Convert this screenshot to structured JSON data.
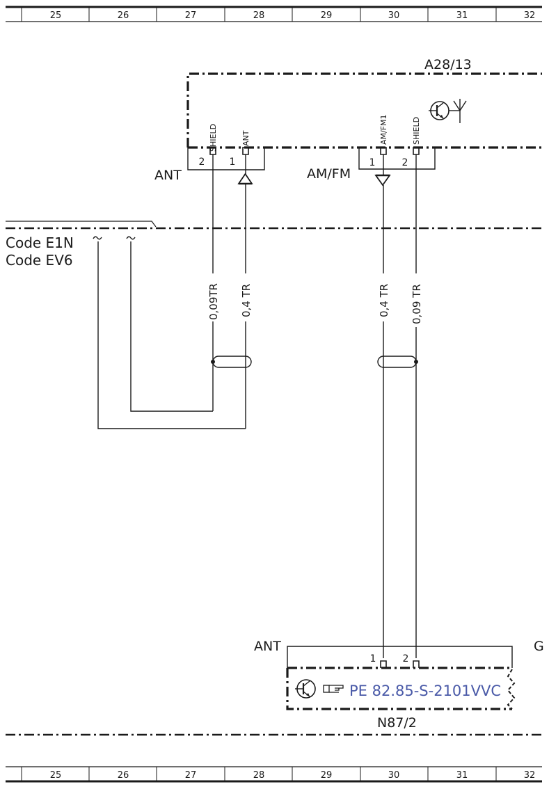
{
  "grid": {
    "columns": [
      "25",
      "26",
      "27",
      "28",
      "29",
      "30",
      "31",
      "32"
    ]
  },
  "top_component": {
    "id": "A28/13",
    "connectors": [
      {
        "label": "ANT",
        "pins": [
          {
            "number": "2",
            "name": "SHIELD"
          },
          {
            "number": "1",
            "name": "ANT"
          }
        ]
      },
      {
        "label": "AM/FM",
        "pins": [
          {
            "number": "1",
            "name": "AM/FM1"
          },
          {
            "number": "2",
            "name": "SHIELD"
          }
        ]
      }
    ]
  },
  "codes": [
    "Code E1N",
    "Code EV6"
  ],
  "wires": [
    {
      "label": "0,09TR"
    },
    {
      "label": "0,4 TR"
    },
    {
      "label": "0,4 TR"
    },
    {
      "label": "0,09 TR"
    }
  ],
  "bottom_component": {
    "id": "N87/2",
    "connector_label": "ANT",
    "connector_label_right": "G",
    "pins": [
      "1",
      "2"
    ],
    "reference": "PE 82.85-S-2101VVC"
  }
}
